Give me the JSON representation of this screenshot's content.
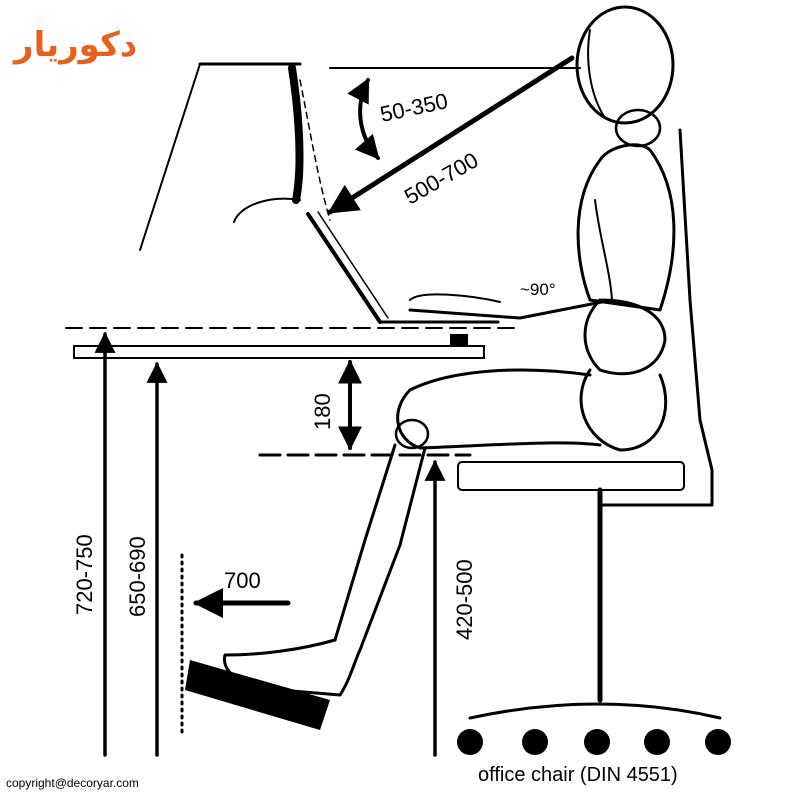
{
  "brand": {
    "logo_text": "دکوریار",
    "logo_color": "#e8601c"
  },
  "footer": {
    "copyright": "copyright@decoryar.com",
    "caption": "office chair (DIN 4551)"
  },
  "dimensions": {
    "screen_tilt": "50-350",
    "viewing_distance": "500-700",
    "elbow_angle": "~90°",
    "thigh_clearance": "180",
    "desk_height_max": "720-750",
    "keyboard_height": "650-690",
    "foot_depth": "700",
    "seat_height": "420-500"
  }
}
